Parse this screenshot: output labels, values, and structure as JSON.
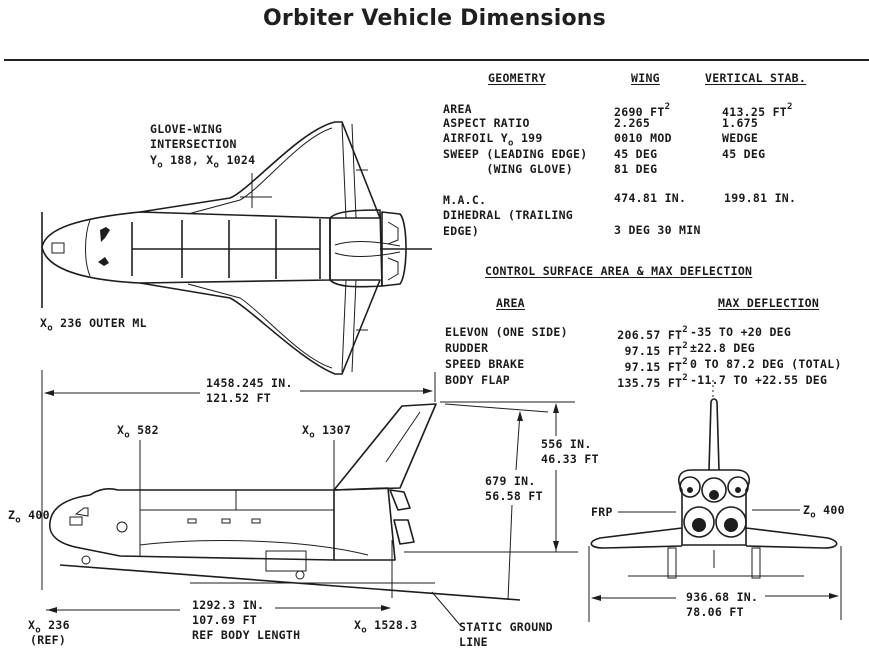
{
  "title": "Orbiter Vehicle Dimensions",
  "geometry_table": {
    "headers": {
      "geometry": "GEOMETRY",
      "wing": "WING",
      "vertical_stab": "VERTICAL STAB."
    },
    "rows": [
      {
        "label": "AREA",
        "wing": "2690 FT",
        "wing_sup": "2",
        "stab": "413.25 FT",
        "stab_sup": "2"
      },
      {
        "label": "ASPECT RATIO",
        "wing": "2.265",
        "stab": "1.675"
      },
      {
        "label": "AIRFOIL Y",
        "label_sub": "o",
        "label_tail": " 199",
        "wing": "0010 MOD",
        "stab": "WEDGE"
      },
      {
        "label": "SWEEP (LEADING EDGE)",
        "wing": "45 DEG",
        "stab": "45 DEG"
      },
      {
        "label": "      (WING GLOVE)",
        "wing": "81 DEG",
        "stab": ""
      },
      {
        "label": "M.A.C.",
        "wing": "474.81 IN.",
        "stab": "199.81 IN."
      },
      {
        "label": "DIHEDRAL (TRAILING",
        "wing": "",
        "stab": ""
      },
      {
        "label": "EDGE)",
        "wing": "3 DEG 30 MIN",
        "stab": ""
      }
    ]
  },
  "control_surface_table": {
    "title": "CONTROL SURFACE AREA & MAX DEFLECTION",
    "headers": {
      "area": "AREA",
      "max_deflection": "MAX DEFLECTION"
    },
    "rows": [
      {
        "label": "ELEVON (ONE SIDE)",
        "area": "206.57 FT",
        "sup": "2",
        "deflection": "-35 TO +20 DEG"
      },
      {
        "label": "RUDDER",
        "area": "97.15 FT",
        "sup": "2",
        "deflection": "±22.8 DEG"
      },
      {
        "label": "SPEED BRAKE",
        "area": "97.15 FT",
        "sup": "2",
        "deflection": "0 TO 87.2 DEG (TOTAL)"
      },
      {
        "label": "BODY FLAP",
        "area": "135.75 FT",
        "sup": "2",
        "deflection": "-11.7 TO +22.55 DEG"
      }
    ]
  },
  "top_view": {
    "glove_label": [
      "GLOVE-WING",
      "INTERSECTION"
    ],
    "glove_coords": {
      "y": "Y",
      "y_sub": "o",
      "y_val": " 188, ",
      "x": "X",
      "x_sub": "o",
      "x_val": " 1024"
    },
    "outer_ml": {
      "x": "X",
      "x_sub": "o",
      "val": " 236 OUTER ML"
    }
  },
  "side_view": {
    "overall_length_in": "1458.245 IN.",
    "overall_length_ft": "121.52 FT",
    "xo_582": {
      "x": "X",
      "sub": "o",
      "val": " 582"
    },
    "xo_1307": {
      "x": "X",
      "sub": "o",
      "val": " 1307"
    },
    "zo_400": {
      "z": "Z",
      "sub": "o",
      "val": " 400"
    },
    "height_tail_in": "556 IN.",
    "height_tail_ft": "46.33 FT",
    "height_total_in": "679 IN.",
    "height_total_ft": "56.58 FT",
    "ref_body_length_in": "1292.3 IN.",
    "ref_body_length_ft": "107.69 FT",
    "ref_body_length_label": "REF BODY LENGTH",
    "xo_236_ref": {
      "x": "X",
      "sub": "o",
      "val": " 236",
      "note": "(REF)"
    },
    "xo_1528": {
      "x": "X",
      "sub": "o",
      "val": " 1528.3"
    },
    "ground_line": [
      "STATIC GROUND",
      "LINE"
    ]
  },
  "rear_view": {
    "frp_label": "FRP",
    "zo_400": {
      "z": "Z",
      "sub": "o",
      "val": " 400"
    },
    "span_in": "936.68 IN.",
    "span_ft": "78.06 FT"
  }
}
